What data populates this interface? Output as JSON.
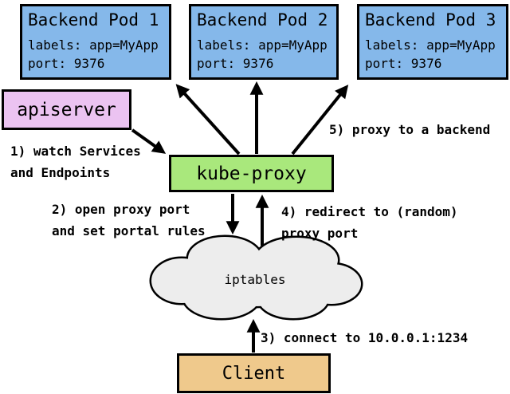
{
  "pods": [
    {
      "title": "Backend Pod 1",
      "labels_line": "labels: app=MyApp",
      "port_line": "port: 9376"
    },
    {
      "title": "Backend Pod 2",
      "labels_line": "labels: app=MyApp",
      "port_line": "port: 9376"
    },
    {
      "title": "Backend Pod 3",
      "labels_line": "labels: app=MyApp",
      "port_line": "port: 9376"
    }
  ],
  "nodes": {
    "apiserver": "apiserver",
    "kube_proxy": "kube-proxy",
    "iptables": "iptables",
    "client": "Client"
  },
  "annotations": {
    "step1": "1) watch Services\nand Endpoints",
    "step2": "2) open proxy port\nand set portal rules",
    "step3": "3) connect to 10.0.0.1:1234",
    "step4": "4) redirect to (random)\nproxy port",
    "step5": "5) proxy to a backend"
  },
  "colors": {
    "pod_fill": "#85B8EA",
    "apiserver_fill": "#EBC3F1",
    "kube_proxy_fill": "#A9E87C",
    "cloud_fill": "#EDEDED",
    "client_fill": "#EFC98C",
    "border": "#000000"
  }
}
